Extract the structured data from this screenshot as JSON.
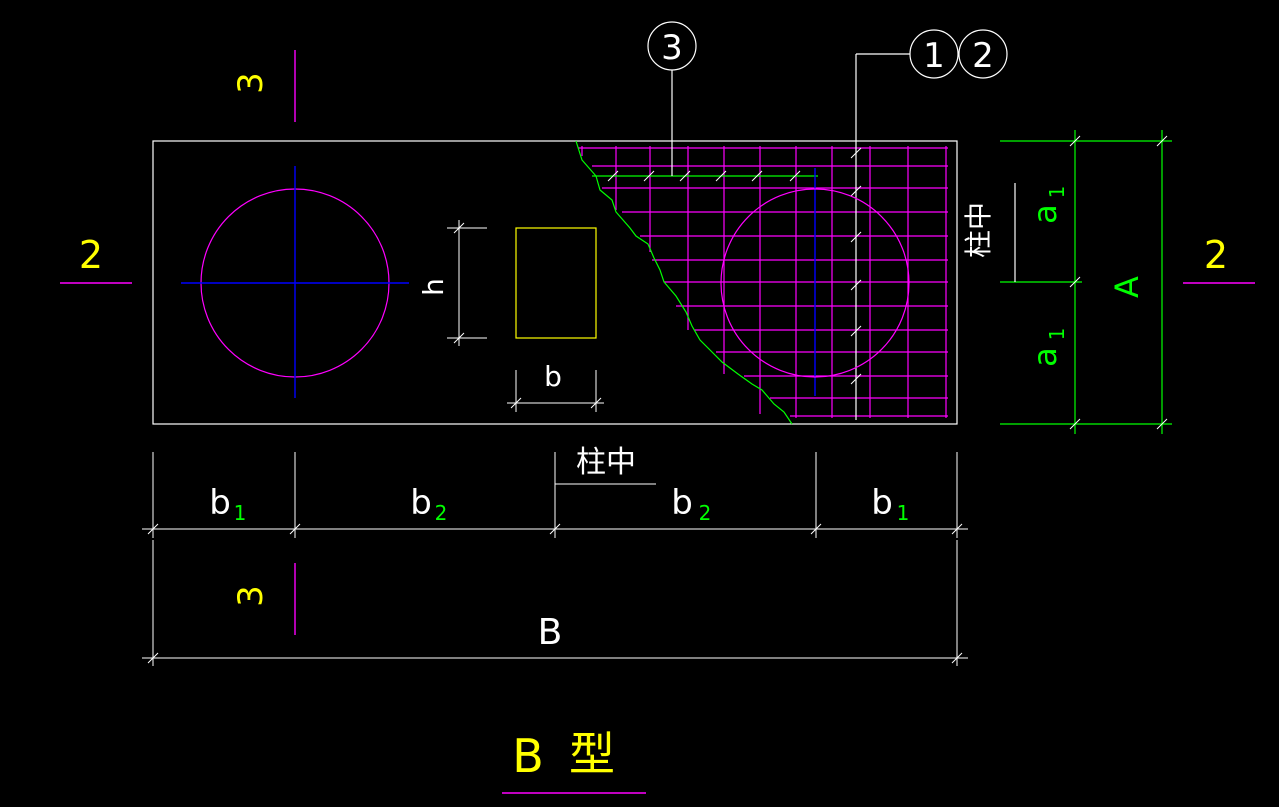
{
  "colors": {
    "background": "#000000",
    "outline": "#ffffff",
    "magenta": "#ff00ff",
    "blue": "#0000ff",
    "green": "#00ff00",
    "yellow": "#ffff00"
  },
  "section_marks": {
    "top_3": "3",
    "bottom_3": "3",
    "left_2": "2",
    "right_2": "2"
  },
  "callouts": {
    "bar_3": "3",
    "bar_1": "1",
    "bar_2": "2"
  },
  "column_labels": {
    "h": "h",
    "b": "b"
  },
  "dimensions": {
    "b1_left_main": "b",
    "b1_left_sub": "1",
    "b2_left_main": "b",
    "b2_left_sub": "2",
    "b2_right_main": "b",
    "b2_right_sub": "2",
    "b1_right_main": "b",
    "b1_right_sub": "1",
    "B": "B",
    "A": "A",
    "a1_top_main": "a",
    "a1_top_sub": "1",
    "a1_bottom_main": "a",
    "a1_bottom_sub": "1",
    "column_center_bottom": "柱中",
    "column_center_right": "柱中"
  },
  "title": {
    "letter": "B",
    "char": "型"
  }
}
